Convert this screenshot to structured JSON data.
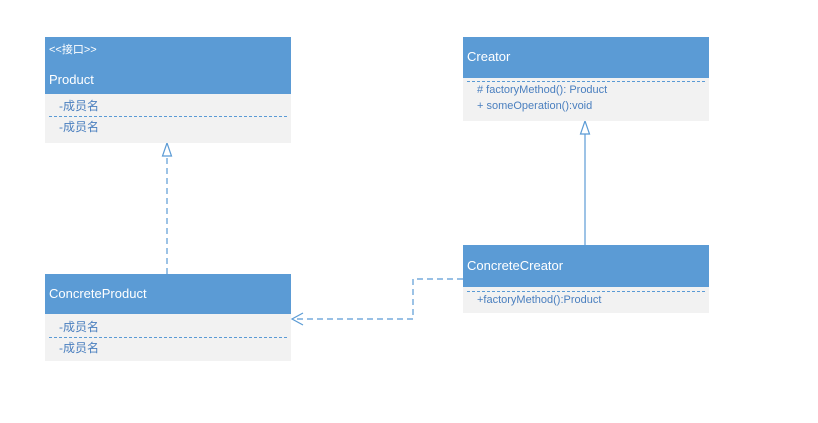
{
  "product": {
    "stereotype": "<<接口>>",
    "name": "Product",
    "members": [
      "-成员名",
      "-成员名"
    ]
  },
  "concrete_product": {
    "name": "ConcreteProduct",
    "members": [
      "-成员名",
      "-成员名"
    ]
  },
  "creator": {
    "name": "Creator",
    "methods": [
      "# factoryMethod(): Product",
      "+ someOperation():void"
    ]
  },
  "concrete_creator": {
    "name": "ConcreteCreator",
    "methods": [
      "+factoryMethod():Product"
    ]
  },
  "colors": {
    "header": "#5b9bd5",
    "body": "#f2f2f2",
    "text": "#4a7fbf",
    "line": "#5b9bd5"
  }
}
